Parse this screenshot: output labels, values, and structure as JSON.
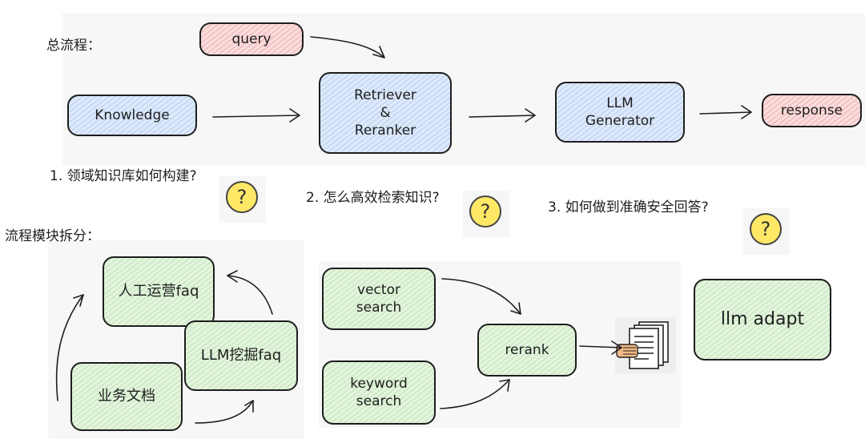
{
  "header": {
    "overall_flow": "总流程：",
    "module_split": "流程模块拆分："
  },
  "nodes": {
    "query": "query",
    "knowledge": "Knowledge",
    "retriever": [
      "Retriever",
      "&",
      "Reranker"
    ],
    "llm": [
      "LLM",
      "Generator"
    ],
    "response": "response"
  },
  "questions": {
    "q1": "1. 领域知识库如何构建?",
    "q2": "2. 怎么高效检索知识?",
    "q3": "3. 如何做到准确安全回答?",
    "mark": "?"
  },
  "modules": {
    "manual_faq": "人工运营faq",
    "llm_faq": "LLM挖掘faq",
    "business_docs": "业务文档",
    "vector_search": [
      "vector",
      "search"
    ],
    "keyword_search": [
      "keyword",
      "search"
    ],
    "rerank": "rerank",
    "llm_adapt": "llm adapt"
  },
  "colors": {
    "red": "#f3c2c2",
    "blue": "#c7d9f4",
    "green": "#cfeac6",
    "yellow": "#ffe866"
  },
  "icons": [
    "question-mark-icon",
    "document-stack-icon",
    "pointing-hand-icon"
  ]
}
